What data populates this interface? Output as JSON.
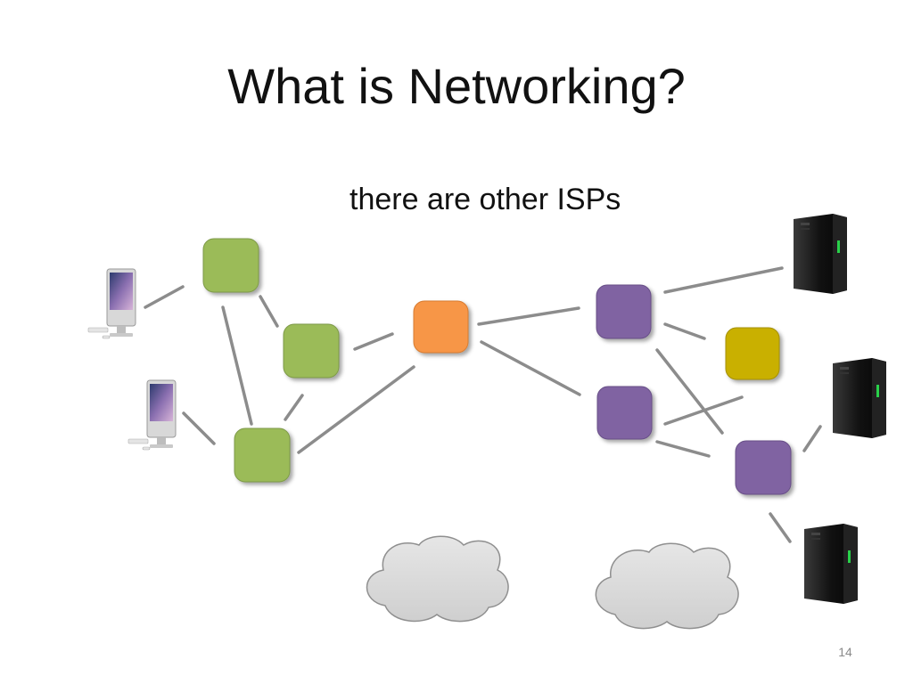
{
  "slide": {
    "title": "What is Networking?",
    "subtitle": "there are other ISPs",
    "page_number": "14"
  },
  "colors": {
    "home_isp_router": "#9bbb59",
    "core_router": "#f79646",
    "other_isp_router": "#8064a2",
    "yellow_router": "#c9b000",
    "link": "#8c8c8c",
    "cloud": "#d9d9d9"
  },
  "icons": {
    "client": "imac-computer-icon",
    "server": "server-tower-icon",
    "cloud": "cloud-icon"
  }
}
